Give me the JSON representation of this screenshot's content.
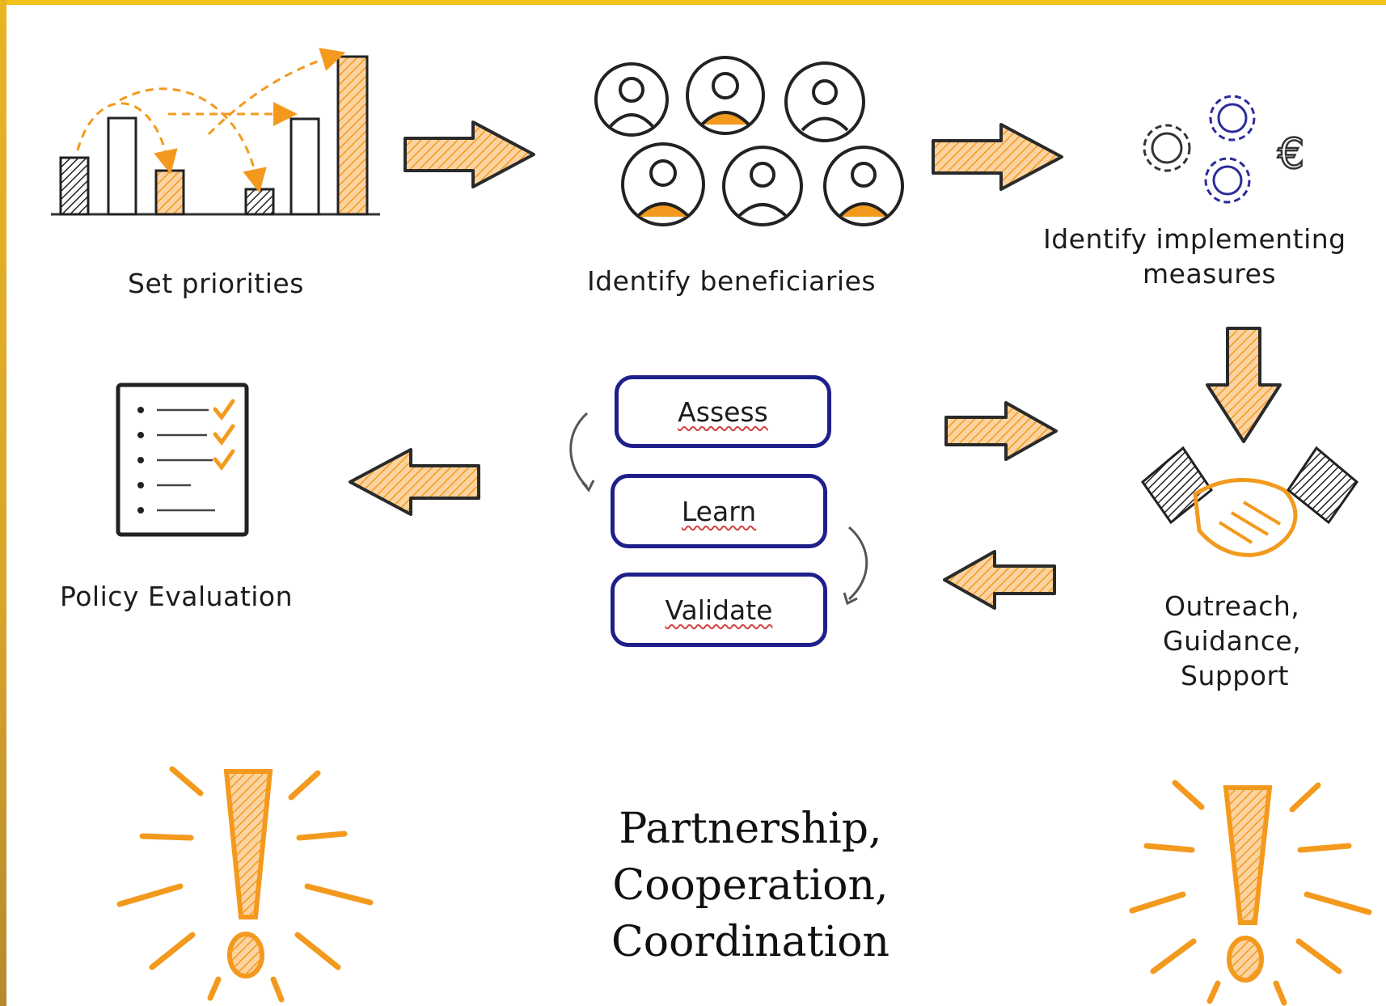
{
  "stages": {
    "set_priorities": "Set priorities",
    "identify_beneficiaries": "Identify beneficiaries",
    "identify_measures_line1": "Identify implementing",
    "identify_measures_line2": "measures",
    "policy_evaluation": "Policy Evaluation",
    "outreach_line1": "Outreach,",
    "outreach_line2": "Guidance,",
    "outreach_line3": "Support"
  },
  "cycle": [
    "Assess",
    "Learn",
    "Validate"
  ],
  "footer": {
    "line1": "Partnership,",
    "line2": "Cooperation,",
    "line3": "Coordination"
  },
  "icons": [
    "bar-chart-icon",
    "people-icon",
    "gears-icon",
    "euro-icon",
    "checklist-icon",
    "handshake-icon",
    "exclamation-icon"
  ],
  "colors": {
    "accent": "#f39a1e",
    "box_border": "#1f1f8c",
    "frame": "#e9b526",
    "ink": "#1c1c1c"
  }
}
